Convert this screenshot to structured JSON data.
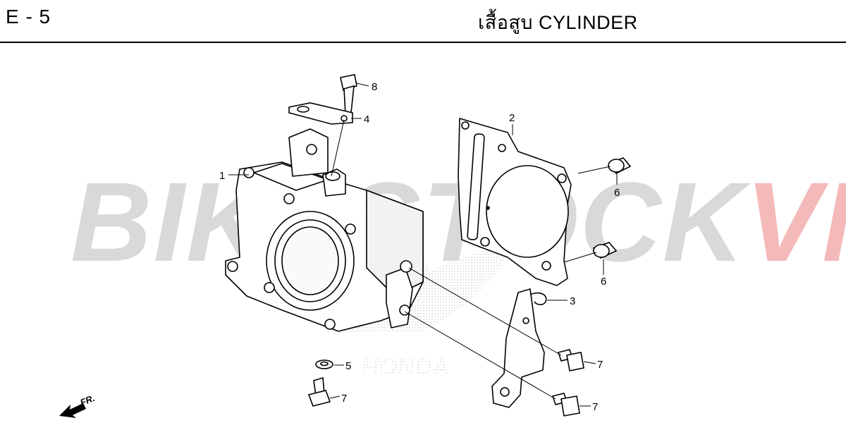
{
  "header": {
    "page_code": "E - 5",
    "title": "เสื้อสูบ  CYLINDER"
  },
  "watermark": {
    "text_main": "BIKESTOCK",
    "text_accent": "VN",
    "color_main": "#d9d9d9",
    "color_accent": "#f4b9b9"
  },
  "brand_mark": "HONDA",
  "direction_label": "FR.",
  "callouts": [
    "1",
    "2",
    "3",
    "4",
    "5",
    "6",
    "6",
    "7",
    "7",
    "7",
    "8"
  ]
}
